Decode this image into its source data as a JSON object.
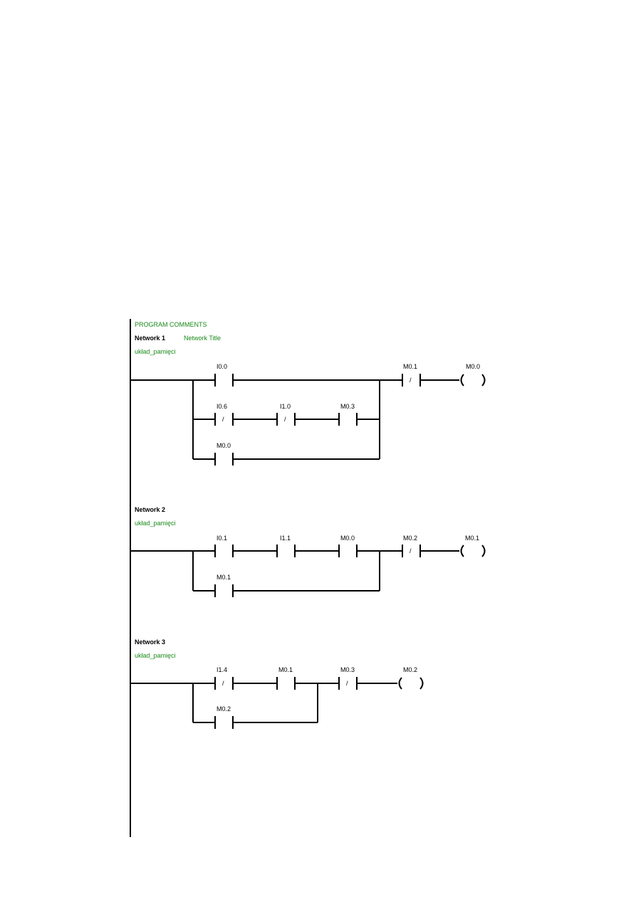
{
  "program_comments": "PROGRAM COMMENTS",
  "networks": [
    {
      "name": "Network 1",
      "title": "Network Title",
      "comment": "układ_pamięci"
    },
    {
      "name": "Network 2",
      "title": "",
      "comment": "układ_pamięci"
    },
    {
      "name": "Network 3",
      "title": "",
      "comment": "układ_pamięci"
    }
  ],
  "contacts": {
    "n1": {
      "i00": "I0.0",
      "i06": "I0.6",
      "i10": "I1.0",
      "m03": "M0.3",
      "m00": "M0.0",
      "m01": "M0.1",
      "coil": "M0.0"
    },
    "n2": {
      "i01": "I0.1",
      "i11": "I1.1",
      "m00": "M0.0",
      "m02": "M0.2",
      "m01": "M0.1",
      "coil": "M0.1"
    },
    "n3": {
      "i14": "I1.4",
      "m01": "M0.1",
      "m03": "M0.3",
      "m02": "M0.2",
      "coil": "M0.2"
    }
  },
  "symbols": {
    "negated": "/"
  },
  "colors": {
    "comment": "#1a8a1a",
    "wire": "#000000"
  }
}
